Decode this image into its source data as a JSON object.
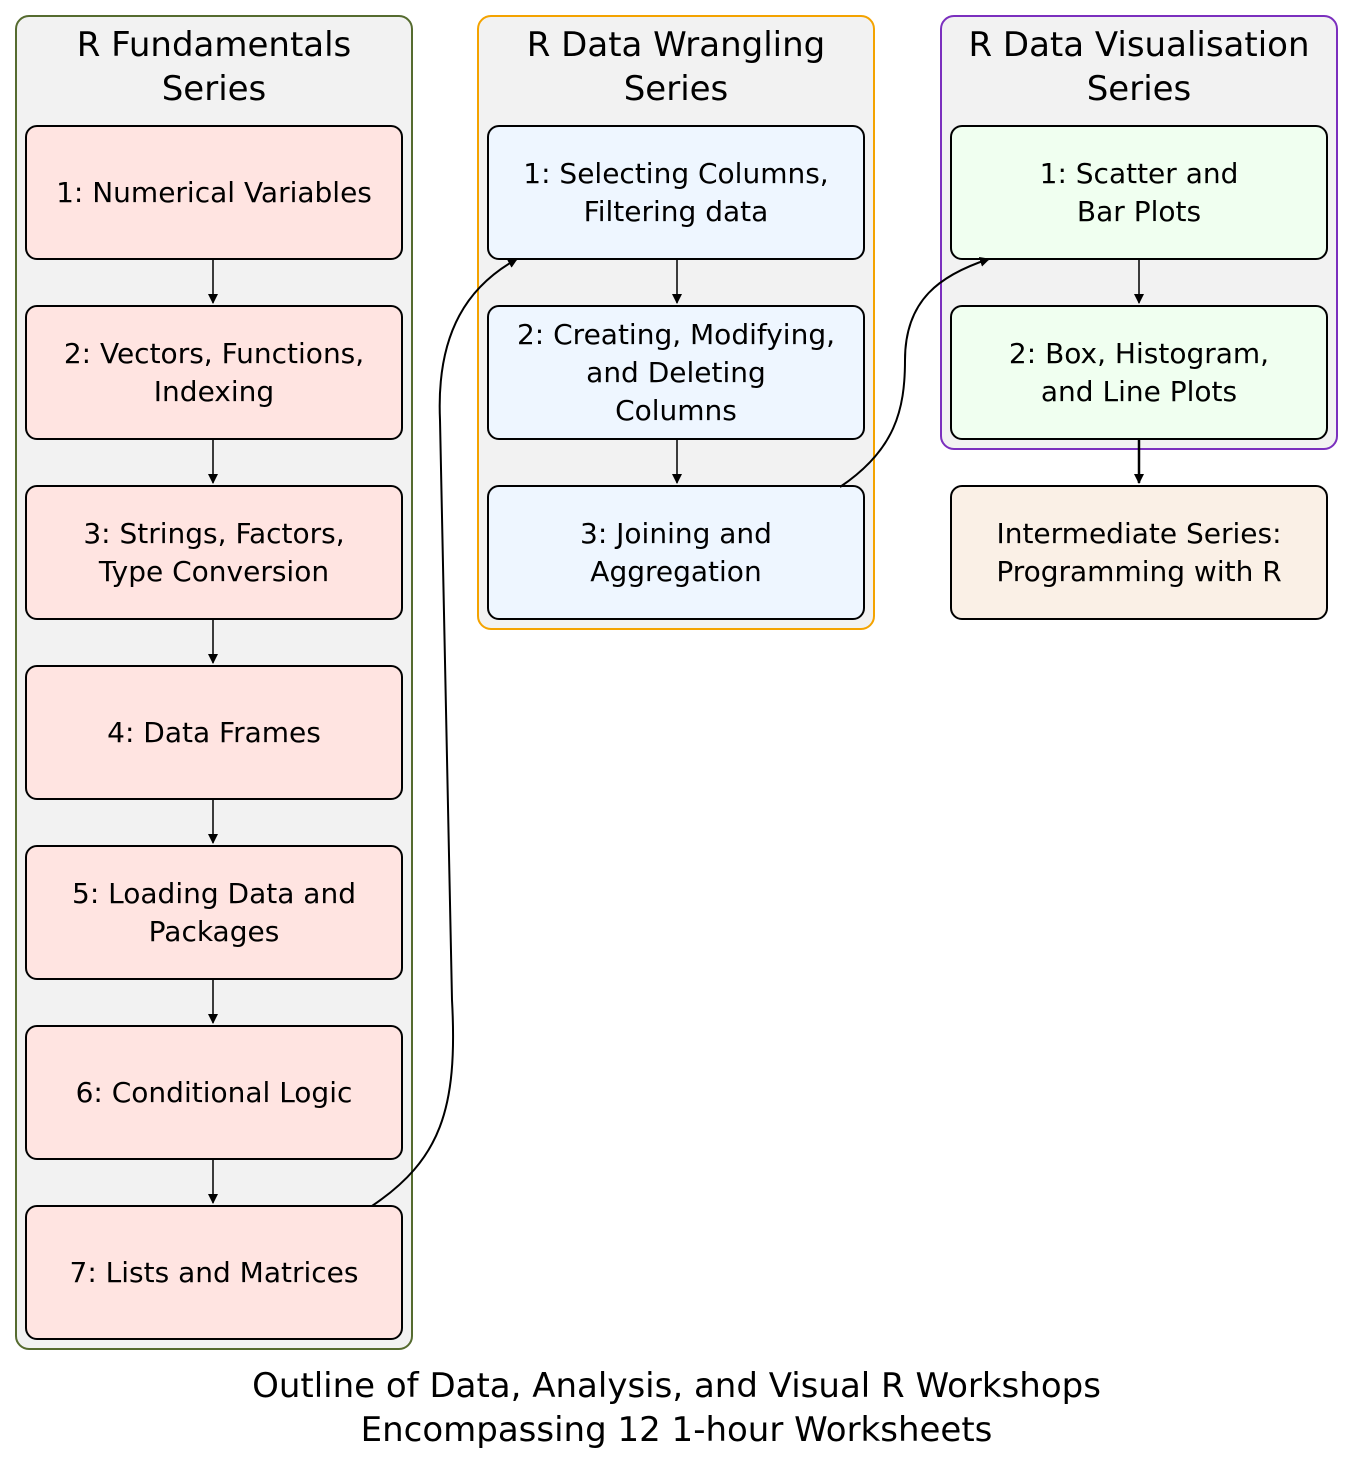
{
  "clusters": {
    "fundamentals": {
      "title": "R Fundamentals\nSeries",
      "border_color": "#556b2f"
    },
    "wrangling": {
      "title": "R Data Wrangling\nSeries",
      "border_color": "#f4a300"
    },
    "visualisation": {
      "title": "R Data Visualisation\nSeries",
      "border_color": "#7b2fbe"
    }
  },
  "nodes": {
    "f1": "1: Numerical Variables",
    "f2": "2: Vectors, Functions,\nIndexing",
    "f3": "3: Strings, Factors,\nType Conversion",
    "f4": "4: Data Frames",
    "f5": "5: Loading Data and\nPackages",
    "f6": "6: Conditional Logic",
    "f7": "7: Lists and Matrices",
    "w1": "1: Selecting Columns,\nFiltering data",
    "w2": "2: Creating, Modifying,\nand Deleting\nColumns",
    "w3": "3: Joining and\nAggregation",
    "v1": "1: Scatter and\nBar Plots",
    "v2": "2: Box, Histogram,\nand Line Plots",
    "next": "Intermediate Series:\nProgramming with R"
  },
  "colors": {
    "fundamentals_fill": "#ffe4e1",
    "wrangling_fill": "#eef6ff",
    "visualisation_fill": "#f0fff0",
    "next_fill": "#faf0e6",
    "cluster_bg": "#f2f2f2"
  },
  "edges": [
    [
      "f1",
      "f2"
    ],
    [
      "f2",
      "f3"
    ],
    [
      "f3",
      "f4"
    ],
    [
      "f4",
      "f5"
    ],
    [
      "f5",
      "f6"
    ],
    [
      "f6",
      "f7"
    ],
    [
      "f7",
      "w1"
    ],
    [
      "w1",
      "w2"
    ],
    [
      "w2",
      "w3"
    ],
    [
      "w3",
      "v1"
    ],
    [
      "v1",
      "v2"
    ],
    [
      "v2",
      "next"
    ]
  ],
  "caption": "Outline of Data, Analysis, and Visual R Workshops\nEncompassing 12 1-hour Worksheets"
}
